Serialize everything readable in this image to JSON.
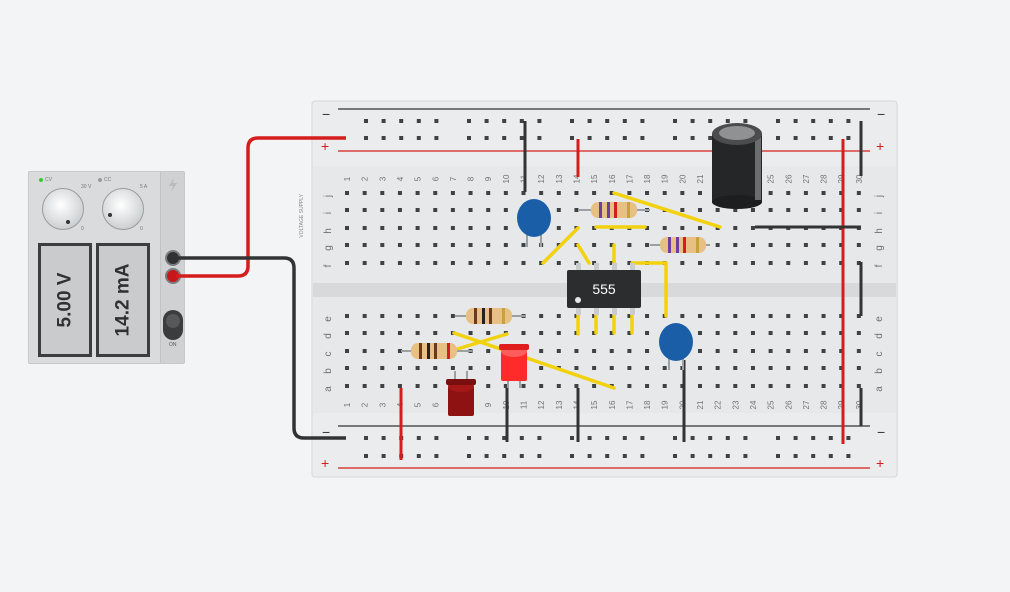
{
  "supply": {
    "voltage_display": "5.00 V",
    "current_display": "14.2 mA",
    "knob_voltage_label": "30 V",
    "knob_voltage_min": "0",
    "knob_current_label": "5 A",
    "knob_current_min": "0",
    "indicator_cv": "CV",
    "indicator_cc": "CC",
    "side_label": "VOLTAGE SUPPLY",
    "switch_label": "ON"
  },
  "breadboard": {
    "rail_minus": "−",
    "rail_plus": "+",
    "top_rows": [
      "j",
      "i",
      "h",
      "g",
      "f"
    ],
    "bottom_rows": [
      "e",
      "d",
      "c",
      "b",
      "a"
    ],
    "columns": [
      "1",
      "2",
      "3",
      "4",
      "5",
      "6",
      "7",
      "8",
      "9",
      "10",
      "11",
      "12",
      "13",
      "14",
      "15",
      "16",
      "17",
      "18",
      "19",
      "20",
      "21",
      "22",
      "23",
      "24",
      "25",
      "26",
      "27",
      "28",
      "29",
      "30"
    ]
  },
  "chip": {
    "label": "555"
  },
  "colors": {
    "red_wire": "#d51d1d",
    "black_wire": "#333333",
    "yellow_wire": "#f2d10e",
    "ceramic_cap": "#1b5ea8",
    "led_bright": "#ff2a2a",
    "led_dark": "#8e1212"
  }
}
